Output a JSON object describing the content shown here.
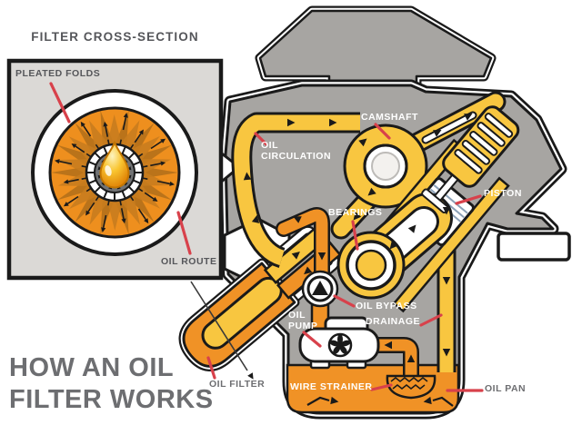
{
  "main_title": {
    "line1": "HOW AN OIL",
    "line2": "FILTER WORKS"
  },
  "inset": {
    "title": "FILTER CROSS-SECTION",
    "pleated_folds_label": "PLEATED FOLDS",
    "oil_route_label": "OIL ROUTE"
  },
  "engine": {
    "camshaft_label": "CAMSHAFT",
    "oil_circulation_label": "OIL CIRCULATION",
    "piston_label": "PISTON",
    "bearings_label": "BEARINGS",
    "oil_bypass_label": "OIL BYPASS",
    "drainage_label": "DRAINAGE",
    "oil_pump_label": "OIL PUMP",
    "wire_strainer_label": "WIRE STRAINER",
    "oil_pan_label": "OIL PAN",
    "oil_filter_label": "OIL FILTER"
  },
  "colors": {
    "oil_yellow": "#f8c640",
    "pipe_orange": "#f09226",
    "engine_gray": "#a7a5a2",
    "outline_black": "#1a1a1a",
    "accent_red": "#d8414b",
    "inset_bg": "#dbd9d6",
    "title_gray": "#6d6e71"
  },
  "icons": [
    "oil-droplet-icon",
    "fan-icon",
    "bypass-valve-icon",
    "section-plane-icon"
  ]
}
